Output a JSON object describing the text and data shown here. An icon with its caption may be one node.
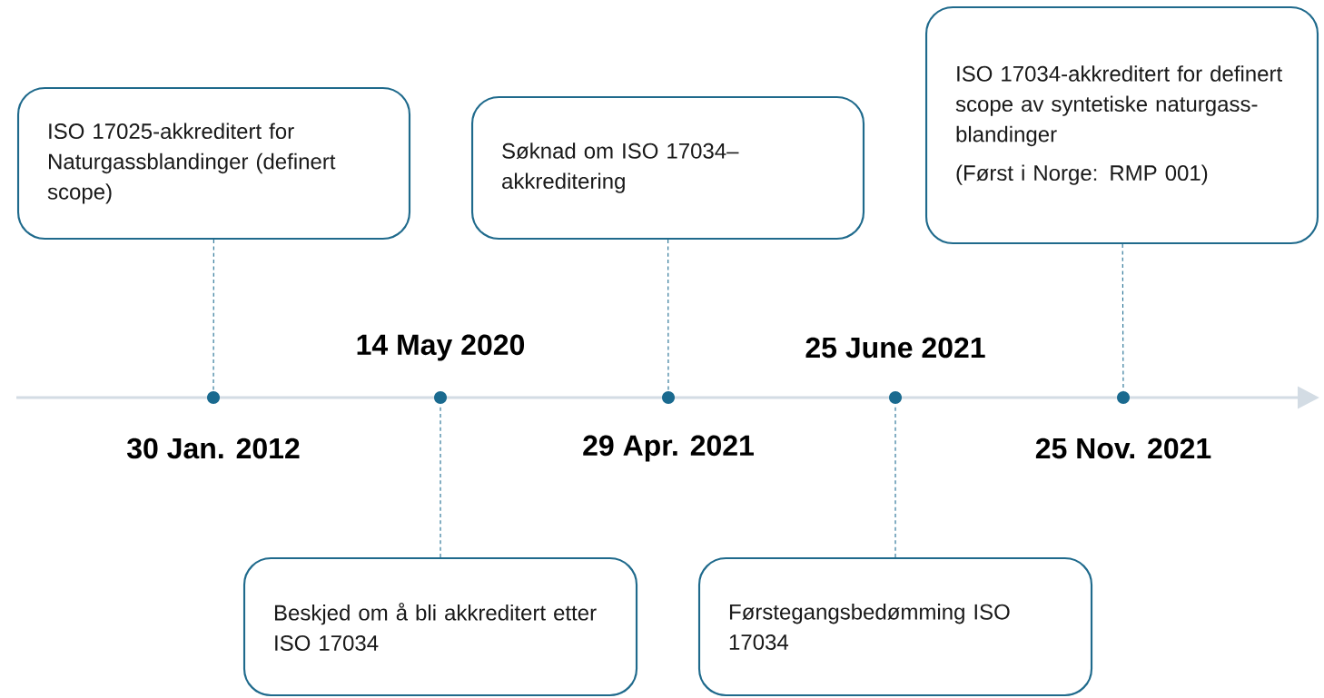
{
  "diagram": {
    "nodes": [
      {
        "text": [
          "ISO 17025-akkreditert for Naturgassblandinger (definert scope)"
        ]
      },
      {
        "text": [
          "Søknad om ISO 17034–akkreditering"
        ]
      },
      {
        "text": [
          "ISO 17034-akkreditert for definert scope av syntetiske naturgass-blandinger",
          "(Først i Norge: RMP 001)"
        ]
      },
      {
        "text": [],
        "shape": "circle",
        "beside": [
          "30 Jan. 2012"
        ]
      },
      {
        "text": [],
        "shape": "circle",
        "beside": [
          "14 May 2020"
        ]
      },
      {
        "text": [],
        "shape": "circle",
        "beside": [
          "29 Apr. 2021"
        ]
      },
      {
        "text": [],
        "shape": "circle",
        "beside": [
          "25 June 2021"
        ]
      },
      {
        "text": [],
        "shape": "circle",
        "beside": [
          "25 Nov. 2021"
        ]
      },
      {
        "text": [
          "Beskjed om å bli akkreditert etter ISO 17034"
        ]
      },
      {
        "text": [
          "Førstegangsbedømming ISO 17034"
        ]
      }
    ],
    "edges": [
      {
        "from": 0,
        "to": 3,
        "arrow": "none",
        "style": "dashed"
      },
      {
        "from": 8,
        "to": 4,
        "arrow": "none",
        "style": "dashed"
      },
      {
        "from": 1,
        "to": 5,
        "arrow": "none",
        "style": "dashed"
      },
      {
        "from": 9,
        "to": 6,
        "arrow": "none",
        "style": "dashed"
      },
      {
        "from": 2,
        "to": 7,
        "arrow": "none",
        "style": "dashed"
      }
    ]
  }
}
